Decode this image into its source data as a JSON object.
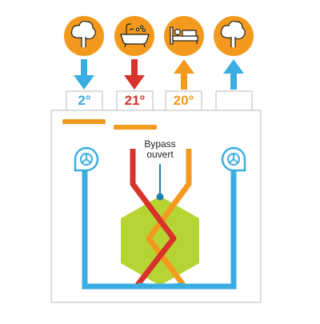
{
  "colors": {
    "blue": "#3aaee2",
    "red": "#d9322b",
    "orange": "#f39a1e",
    "green": "#b6d433",
    "grey_border": "#b9b9b9",
    "icon_disc": "#f39a1e",
    "dark_text": "#1d1d1b"
  },
  "icons": [
    {
      "name": "tree-icon",
      "meaning": "outdoor air intake"
    },
    {
      "name": "bathtub-icon",
      "meaning": "extract from bathroom"
    },
    {
      "name": "bed-icon",
      "meaning": "supply to bedroom"
    },
    {
      "name": "tree-icon",
      "meaning": "exhaust to outdoor"
    }
  ],
  "temperatures": {
    "outdoor_in": "2°",
    "extract": "21°",
    "supply": "20°",
    "exhaust": ""
  },
  "bypass_label": {
    "line1": "Bypass",
    "line2": "ouvert"
  }
}
